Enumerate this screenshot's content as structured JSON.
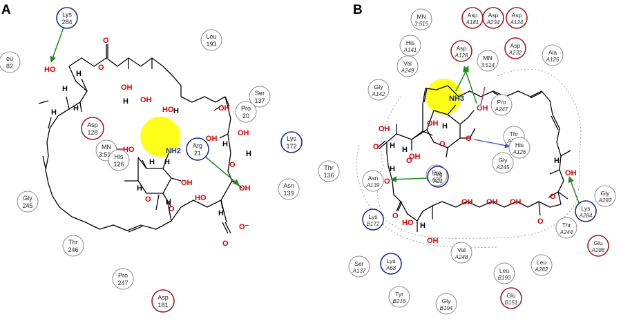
{
  "panels": [
    {
      "label": "A",
      "residues": [
        {
          "line1": "Lys",
          "line2": "284",
          "kind": "basic"
        },
        {
          "line1": "Leu",
          "line2": "193",
          "kind": "neutral"
        },
        {
          "line1": "eu",
          "line2": "82",
          "kind": "neutral"
        },
        {
          "line1": "Ser",
          "line2": "137",
          "kind": "neutral"
        },
        {
          "line1": "Pro",
          "line2": "20",
          "kind": "neutral"
        },
        {
          "line1": "Asp",
          "line2": "128",
          "kind": "acidic"
        },
        {
          "line1": "Lys",
          "line2": "172",
          "kind": "basic"
        },
        {
          "line1": "MN",
          "line2": "3:514",
          "kind": "neutral"
        },
        {
          "line1": "His",
          "line2": "126",
          "kind": "neutral"
        },
        {
          "line1": "Arg",
          "line2": "21",
          "kind": "basic"
        },
        {
          "line1": "Thr",
          "line2": "136",
          "kind": "neutral"
        },
        {
          "line1": "Asn",
          "line2": "139",
          "kind": "neutral"
        },
        {
          "line1": "Gly",
          "line2": "245",
          "kind": "neutral"
        },
        {
          "line1": "Thr",
          "line2": "246",
          "kind": "neutral"
        },
        {
          "line1": "Pro",
          "line2": "247",
          "kind": "neutral"
        },
        {
          "line1": "Asp",
          "line2": "181",
          "kind": "acidic"
        }
      ],
      "atoms": [
        "O",
        "O",
        "HO",
        "H",
        "H",
        "OH",
        "OH",
        "H",
        "HO",
        "OH",
        "OH",
        "OH",
        "H",
        "HO",
        "NH2",
        "H",
        "H",
        "OH",
        "O",
        "O",
        "H",
        "H",
        "O",
        "OH",
        "HO",
        "H",
        "O",
        "O⁻",
        "H",
        "H",
        "H",
        "H"
      ]
    },
    {
      "label": "B",
      "residues": [
        {
          "line1": "MN",
          "line2": "3:515",
          "kind": "neutral"
        },
        {
          "line1": "Asp",
          "line2": "A181",
          "kind": "acidic"
        },
        {
          "line1": "Asp",
          "line2": "A234",
          "kind": "acidic"
        },
        {
          "line1": "Asp",
          "line2": "A124",
          "kind": "acidic"
        },
        {
          "line1": "His",
          "line2": "A141",
          "kind": "neutral"
        },
        {
          "line1": "Asp",
          "line2": "A128",
          "kind": "acidic"
        },
        {
          "line1": "MN",
          "line2": "3:514",
          "kind": "neutral"
        },
        {
          "line1": "Asp",
          "line2": "A232",
          "kind": "acidic"
        },
        {
          "line1": "Ala",
          "line2": "A125",
          "kind": "neutral"
        },
        {
          "line1": "Val",
          "line2": "A249",
          "kind": "neutral"
        },
        {
          "line1": "Gly",
          "line2": "A142",
          "kind": "neutral"
        },
        {
          "line1": "Pro",
          "line2": "A247",
          "kind": "neutral"
        },
        {
          "line1": "Thr",
          "line2": "A246",
          "kind": "neutral"
        },
        {
          "line1": "His",
          "line2": "A126",
          "kind": "neutral"
        },
        {
          "line1": "Gly",
          "line2": "A245",
          "kind": "neutral"
        },
        {
          "line1": "Arg",
          "line2": "A21",
          "kind": "basic"
        },
        {
          "line1": "Pro",
          "line2": "A20",
          "kind": "neutral"
        },
        {
          "line1": "Asn",
          "line2": "A139",
          "kind": "neutral"
        },
        {
          "line1": "Lys",
          "line2": "B172",
          "kind": "basic"
        },
        {
          "line1": "Ser",
          "line2": "A137",
          "kind": "neutral"
        },
        {
          "line1": "Lys",
          "line2": "A68",
          "kind": "basic"
        },
        {
          "line1": "Val",
          "line2": "A248",
          "kind": "neutral"
        },
        {
          "line1": "Leu",
          "line2": "B193",
          "kind": "neutral"
        },
        {
          "line1": "Leu",
          "line2": "A282",
          "kind": "neutral"
        },
        {
          "line1": "Tyr",
          "line2": "B218",
          "kind": "neutral"
        },
        {
          "line1": "Gly",
          "line2": "B194",
          "kind": "neutral"
        },
        {
          "line1": "Glu",
          "line2": "B151",
          "kind": "acidic"
        },
        {
          "line1": "Thr",
          "line2": "A244",
          "kind": "neutral"
        },
        {
          "line1": "Lys",
          "line2": "A284",
          "kind": "basic"
        },
        {
          "line1": "Gly",
          "line2": "A283",
          "kind": "neutral"
        },
        {
          "line1": "Glu",
          "line2": "A288",
          "kind": "acidic"
        }
      ],
      "atoms": [
        "NH3",
        "OH",
        "OH",
        "H",
        "O",
        "O",
        "OH",
        "O",
        "H",
        "H",
        "OH",
        "HO",
        "H",
        "O",
        "HO",
        "H",
        "OH",
        "OH",
        "OH",
        "OH",
        "O",
        "O",
        "O",
        "OH",
        "H"
      ]
    }
  ],
  "colors": {
    "neutral_ring": "#8c8c8c",
    "acidic_ring": "#a01c1c",
    "basic_ring": "#1c2a8a",
    "hbond_arrow": "#1e8a1e",
    "metal_line": "#a0308a",
    "ligand_highlight": "#ffff1a",
    "oxygen_text": "#d40000",
    "nitrogen_text": "#1030c0"
  }
}
